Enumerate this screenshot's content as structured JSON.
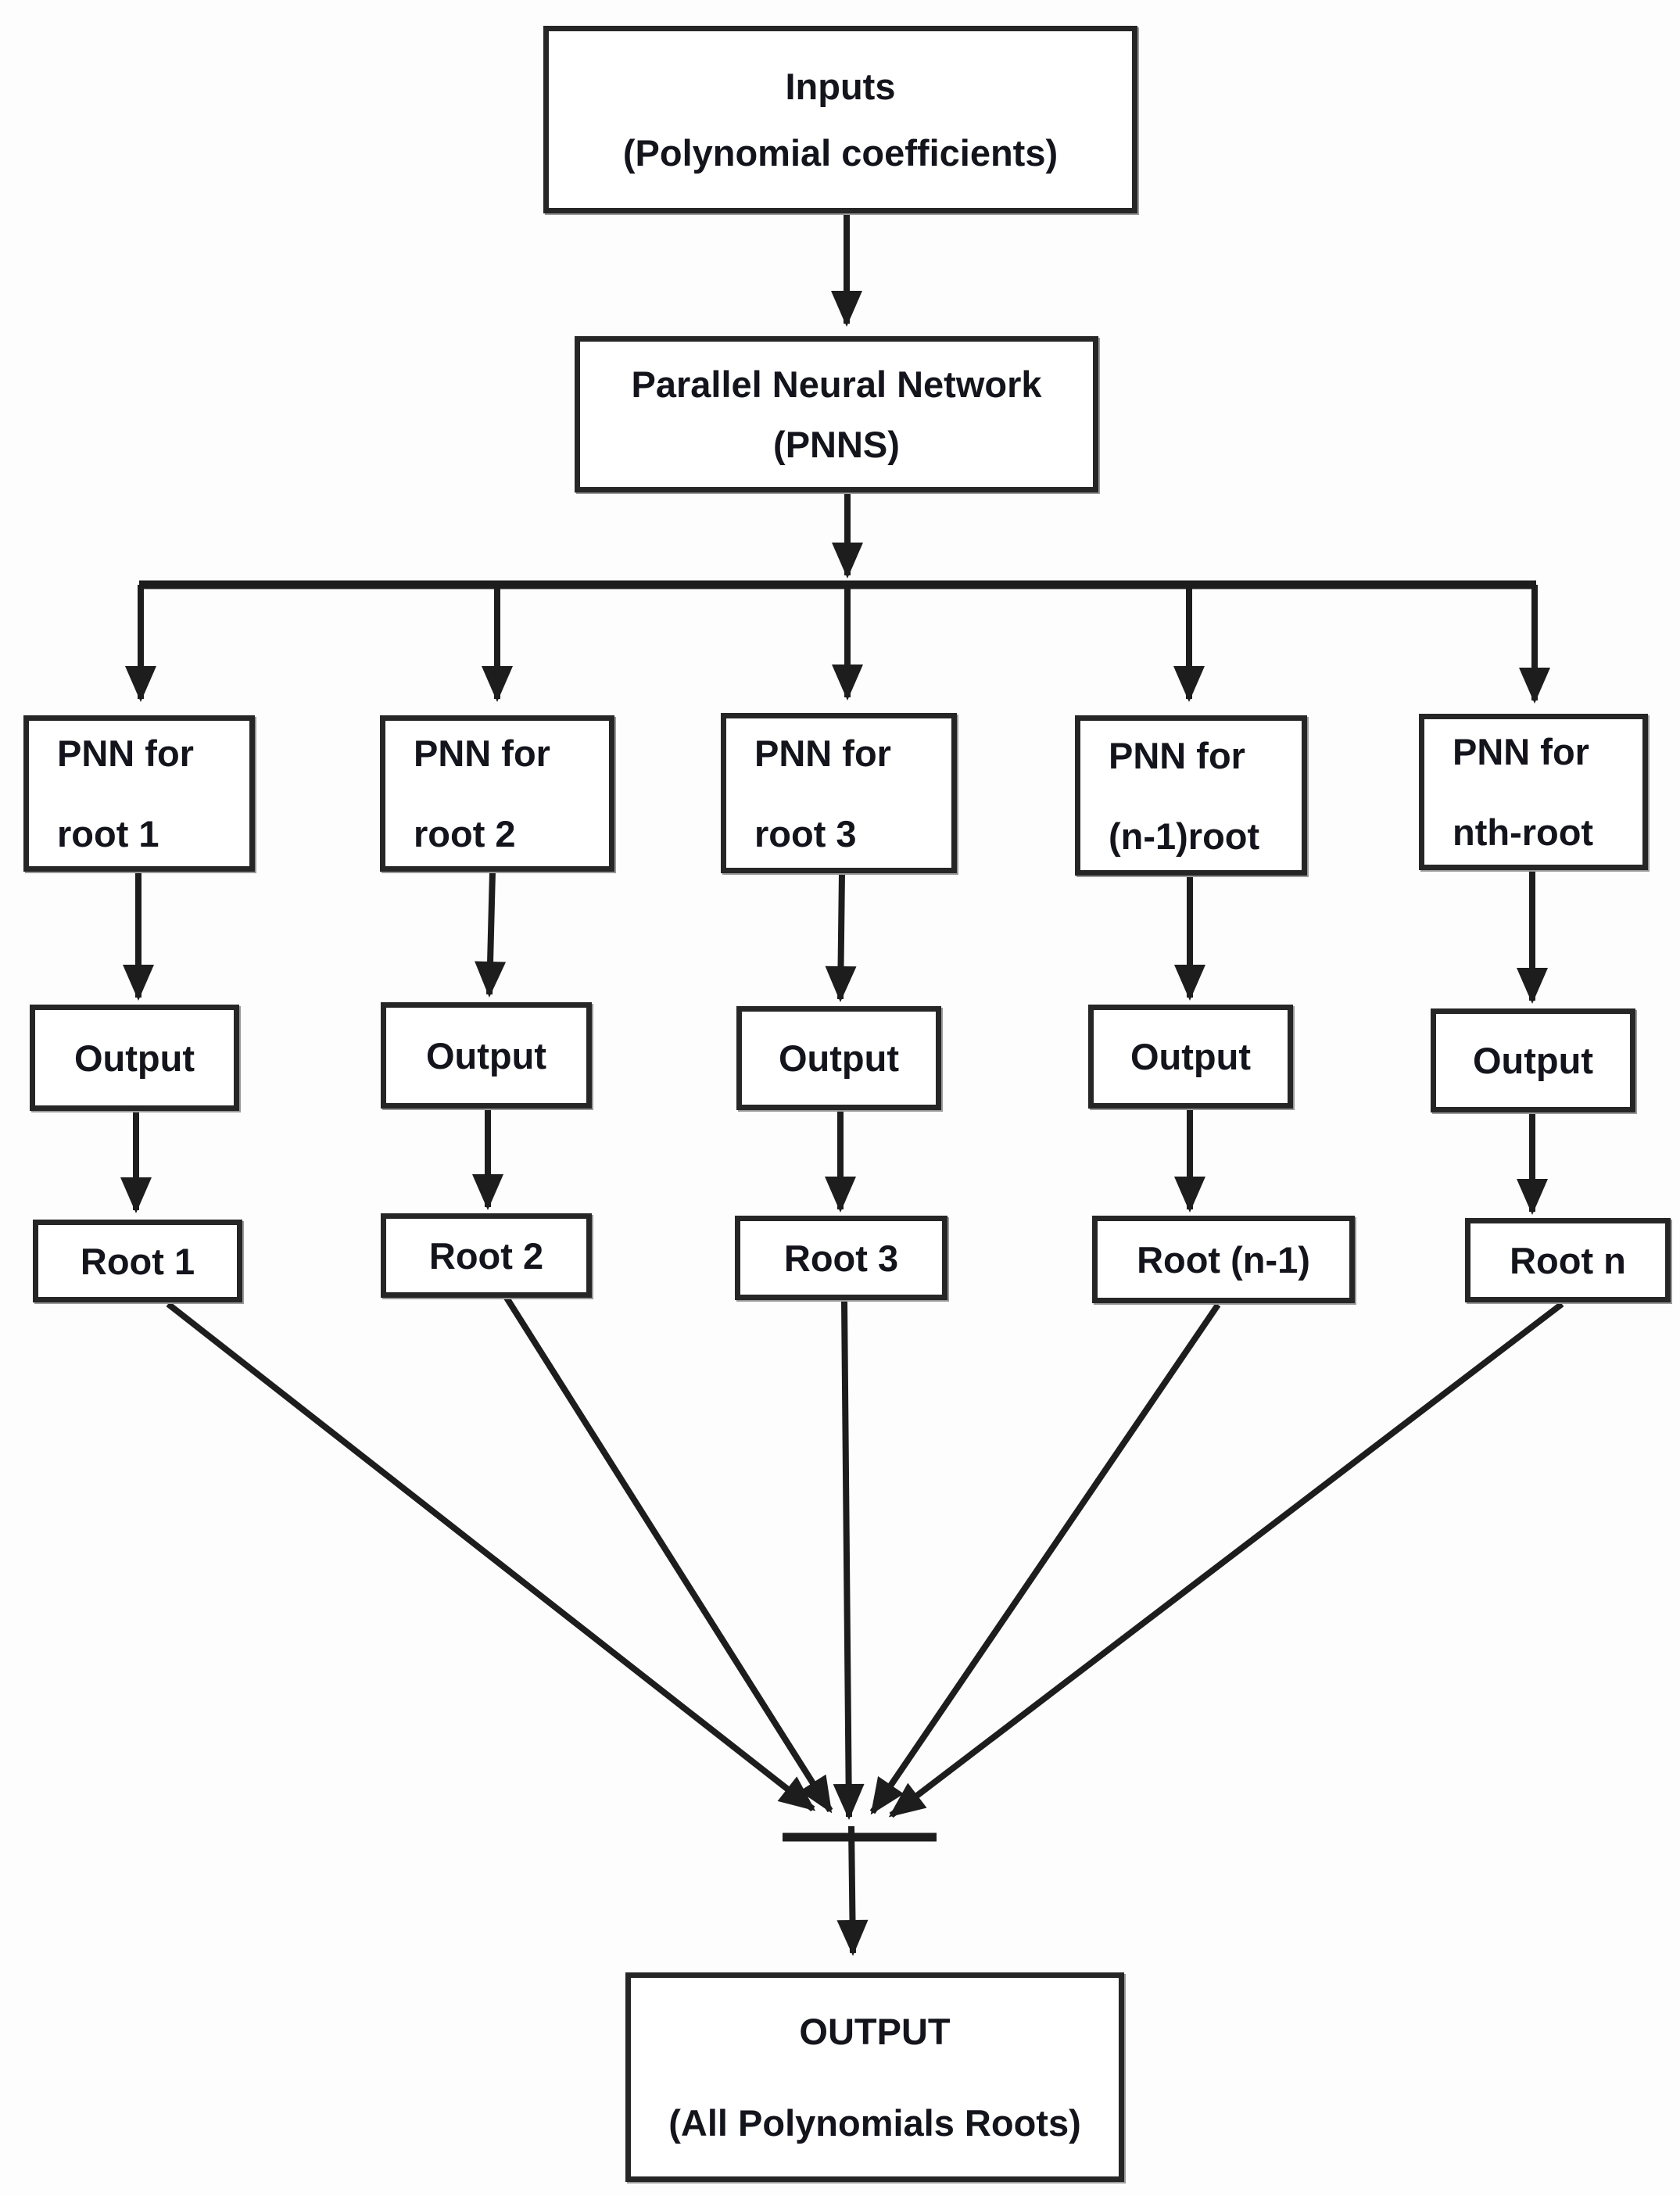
{
  "diagram": {
    "nodes": {
      "inputs": {
        "line1": "Inputs",
        "line2": "(Polynomial coefficients)"
      },
      "pnns": {
        "line1": "Parallel Neural Network",
        "line2": "(PNNS)"
      },
      "pnn_row": [
        {
          "line1": "PNN for",
          "line2": "root 1"
        },
        {
          "line1": "PNN for",
          "line2": "root 2"
        },
        {
          "line1": "PNN for",
          "line2": "root 3"
        },
        {
          "line1": "PNN for",
          "line2": "(n-1)root"
        },
        {
          "line1": "PNN for",
          "line2": "nth-root"
        }
      ],
      "outputs": [
        {
          "label": "Output"
        },
        {
          "label": "Output"
        },
        {
          "label": "Output"
        },
        {
          "label": "Output"
        },
        {
          "label": "Output"
        }
      ],
      "roots": [
        {
          "label": "Root 1"
        },
        {
          "label": "Root 2"
        },
        {
          "label": "Root 3"
        },
        {
          "label": "Root (n-1)"
        },
        {
          "label": "Root n"
        }
      ],
      "final": {
        "line1": "OUTPUT",
        "line2": "(All Polynomials Roots)"
      }
    },
    "colors": {
      "stroke": "#1d1d1d",
      "text": "#14141c",
      "box_border": "#262626",
      "box_bg": "#ffffff",
      "page_bg": "#fdfdfd"
    }
  }
}
